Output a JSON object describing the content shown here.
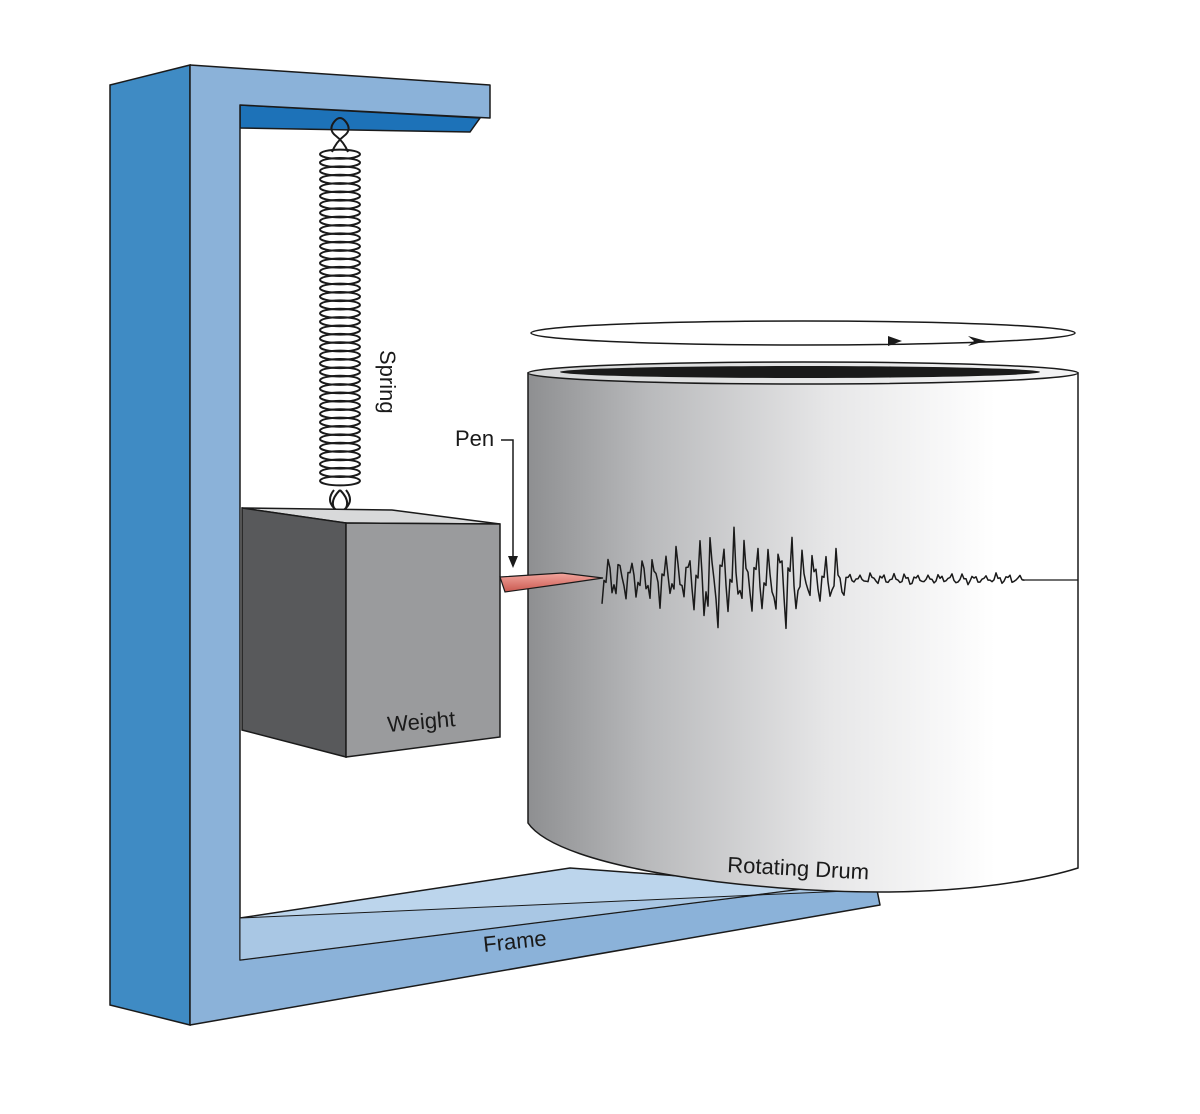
{
  "diagram": {
    "labels": {
      "spring": "Spring",
      "pen": "Pen",
      "weight": "Weight",
      "drum": "Rotating Drum",
      "frame": "Frame"
    },
    "colors": {
      "frame_front": "#8bb2d9",
      "frame_side": "#3f8bc4",
      "frame_top_bar": "#1d72b8",
      "frame_base": "#bcd5ec",
      "weight_front": "#9a9b9d",
      "weight_side": "#58595b",
      "weight_top": "#d8d9da",
      "drum_light": "#ffffff",
      "drum_dark": "#8e8f91",
      "pen": "#e4877e",
      "ink": "#1a1a1a"
    },
    "icons": [
      "rotation-arrow-icon",
      "rotation-arrowhead-icon",
      "pen-pointer-arrow-icon"
    ]
  }
}
